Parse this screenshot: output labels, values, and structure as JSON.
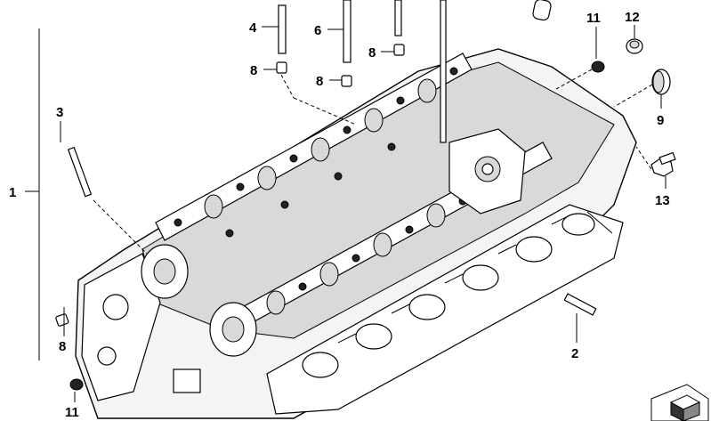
{
  "callouts": {
    "c1": "1",
    "c2": "2",
    "c3": "3",
    "c4": "4",
    "c6": "6",
    "c8a": "8",
    "c8b": "8",
    "c8c": "8",
    "c8d": "8",
    "c9": "9",
    "c11a": "11",
    "c11b": "11",
    "c12": "12",
    "c13": "13"
  },
  "icons": {
    "corner": "part-catalog-icon"
  }
}
